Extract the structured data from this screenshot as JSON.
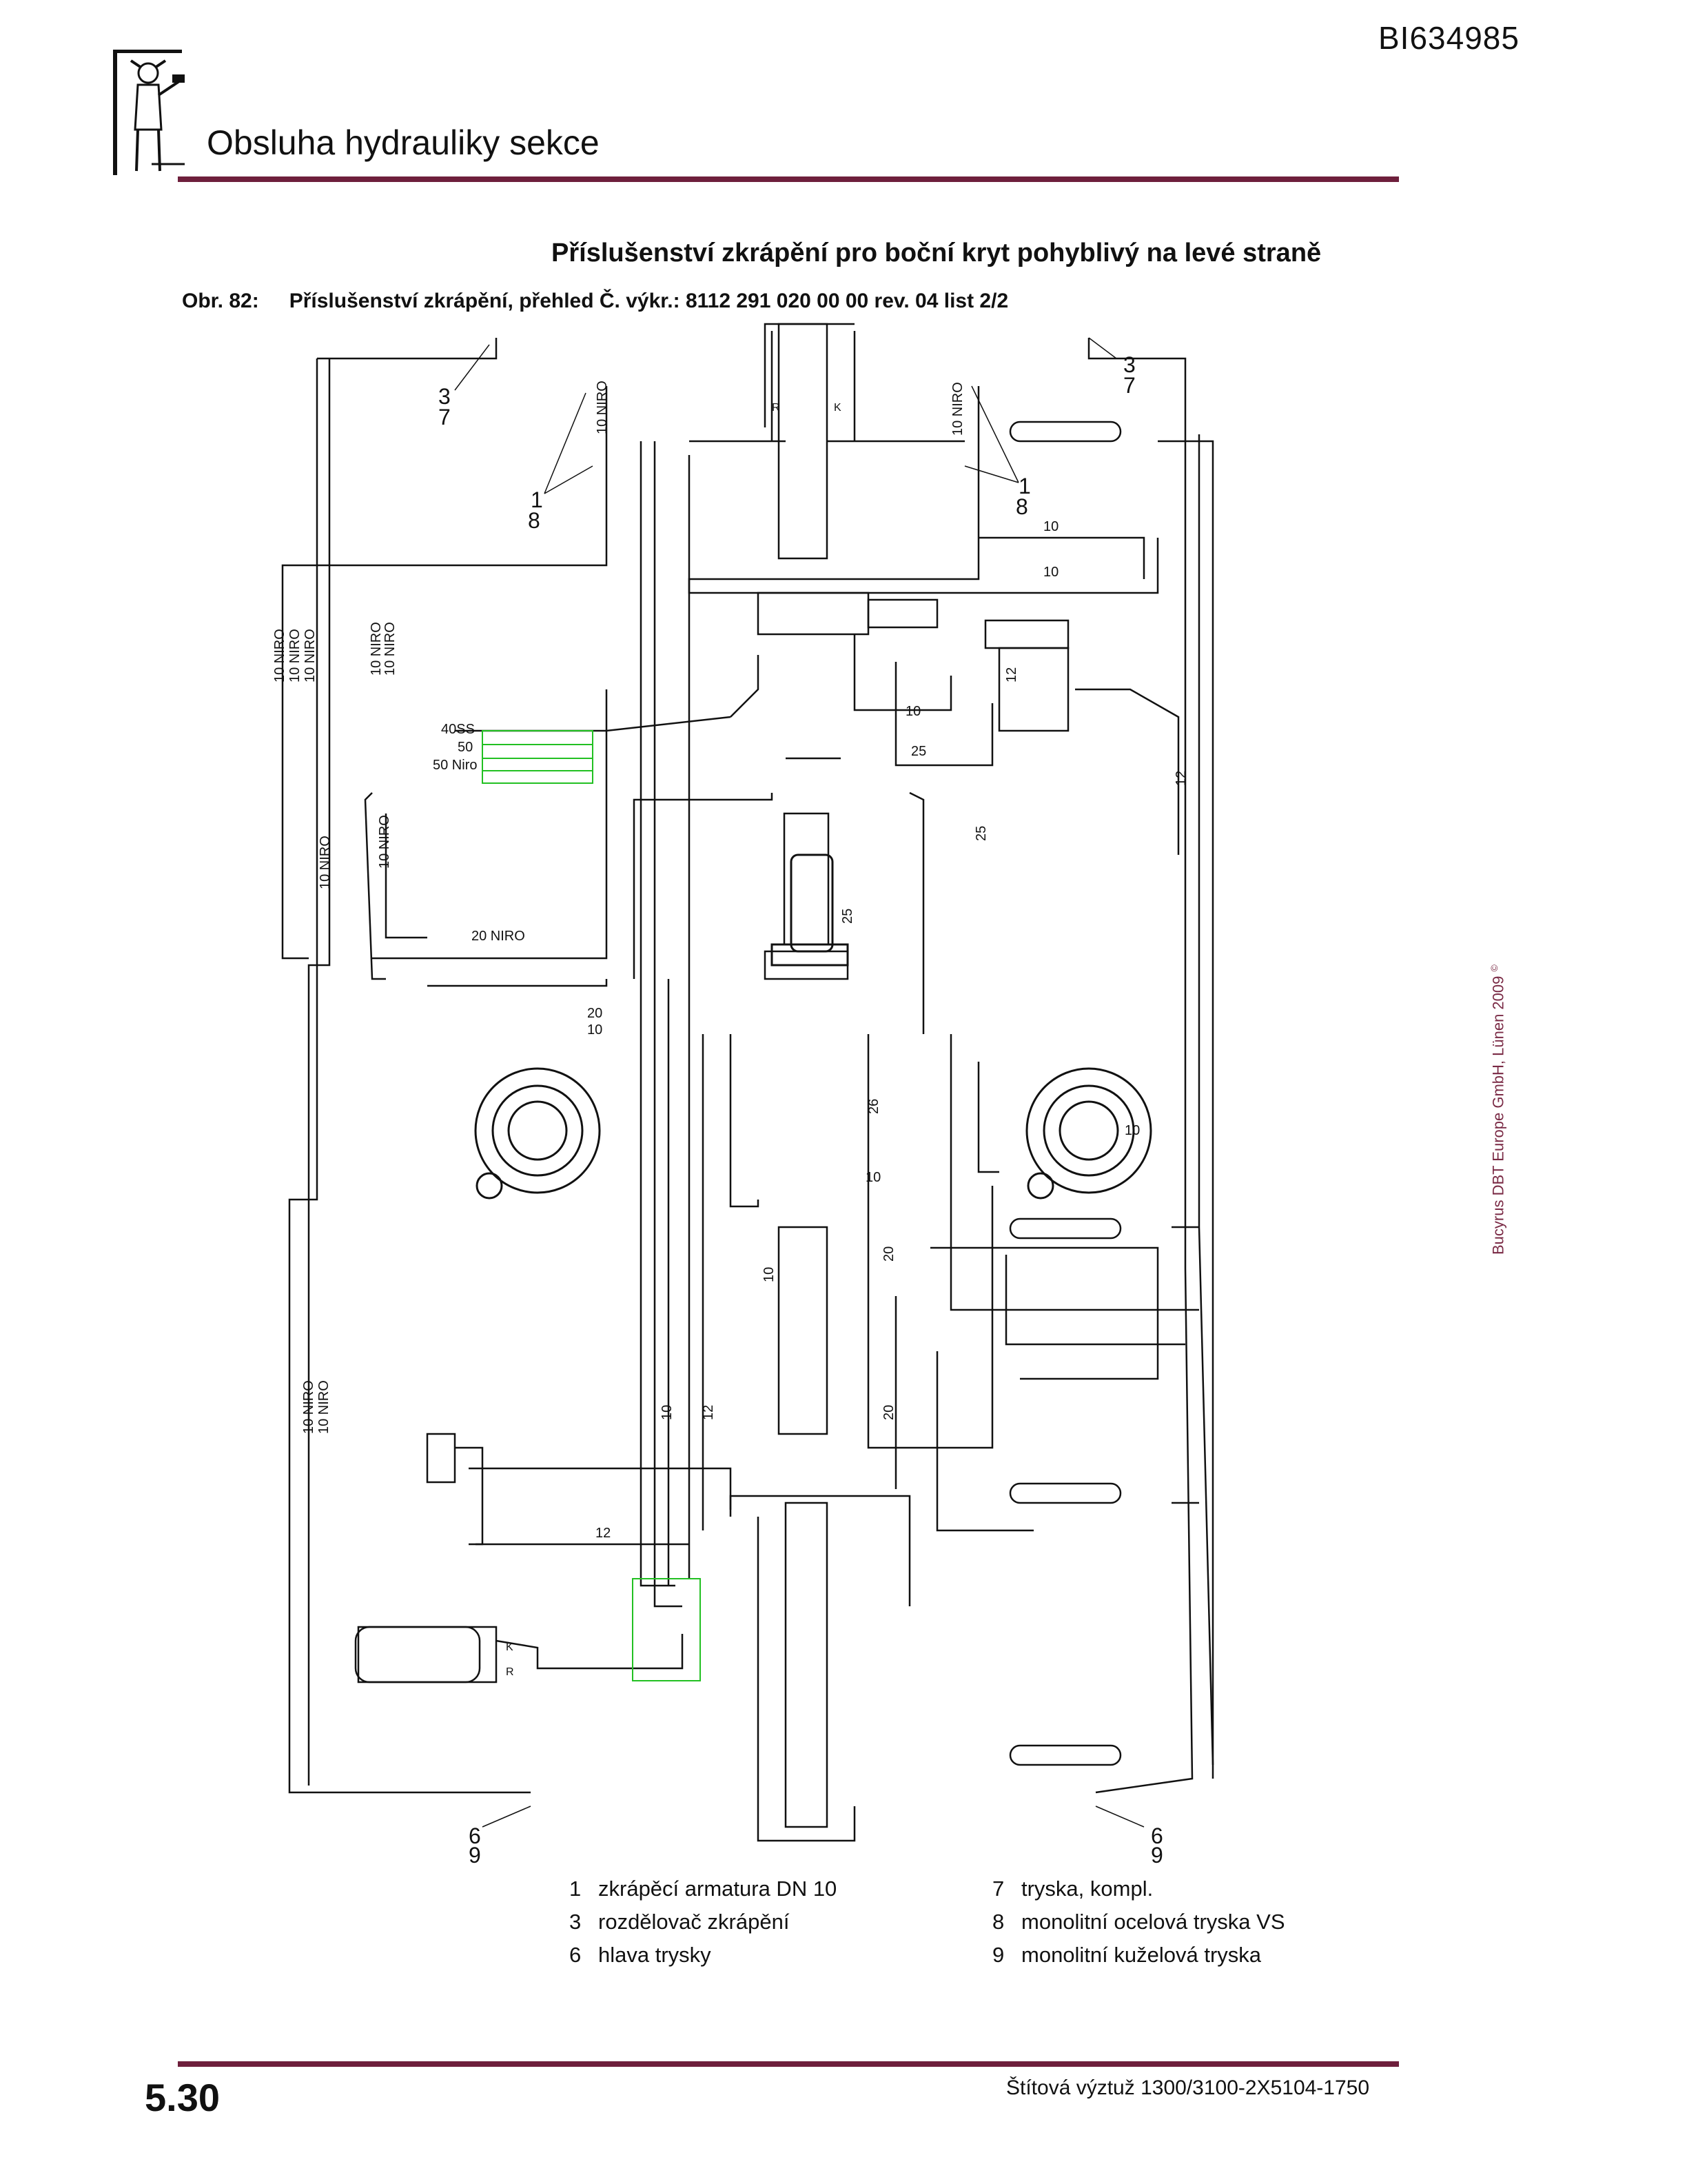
{
  "doc_id": "BI634985",
  "section_title": "Obsluha hydrauliky sekce",
  "figure_heading": "Příslušenství zkrápění pro boční kryt pohyblivý na levé straně",
  "figure_caption": {
    "number": "Obr. 82:",
    "text": "Příslušenství zkrápění, přehled Č. výkr.: 8112 291 020 00 00 rev. 04 list 2/2"
  },
  "copyright": "Bucyrus DBT Europe GmbH, Lünen 2009",
  "copyright_symbol": "©",
  "schematic_labels": {
    "l3": "3",
    "l7": "7",
    "l1": "1",
    "l8": "8",
    "l6": "6",
    "l9": "9",
    "niro10": "10 NIRO",
    "niro20": "20 NIRO",
    "ss40": "40SS",
    "p50": "50",
    "niro50": "50 Niro",
    "v10": "10",
    "v12": "12",
    "v20": "20",
    "v25": "25",
    "v26": "26",
    "R": "R",
    "K": "K"
  },
  "legend": [
    {
      "num": "1",
      "text": "zkrápěcí armatura DN 10"
    },
    {
      "num": "3",
      "text": "rozdělovač zkrápění"
    },
    {
      "num": "6",
      "text": "hlava trysky"
    },
    {
      "num": "7",
      "text": "tryska, kompl."
    },
    {
      "num": "8",
      "text": "monolitní ocelová tryska VS"
    },
    {
      "num": "9",
      "text": "monolitní kuželová tryska"
    }
  ],
  "footer": {
    "page_number": "5.30",
    "product": "Štítová výztuž 1300/3100-2X5104-1750"
  },
  "colors": {
    "rule": "#6e1f3c",
    "copyright": "#7a2a45",
    "highlight": "#22c022"
  }
}
